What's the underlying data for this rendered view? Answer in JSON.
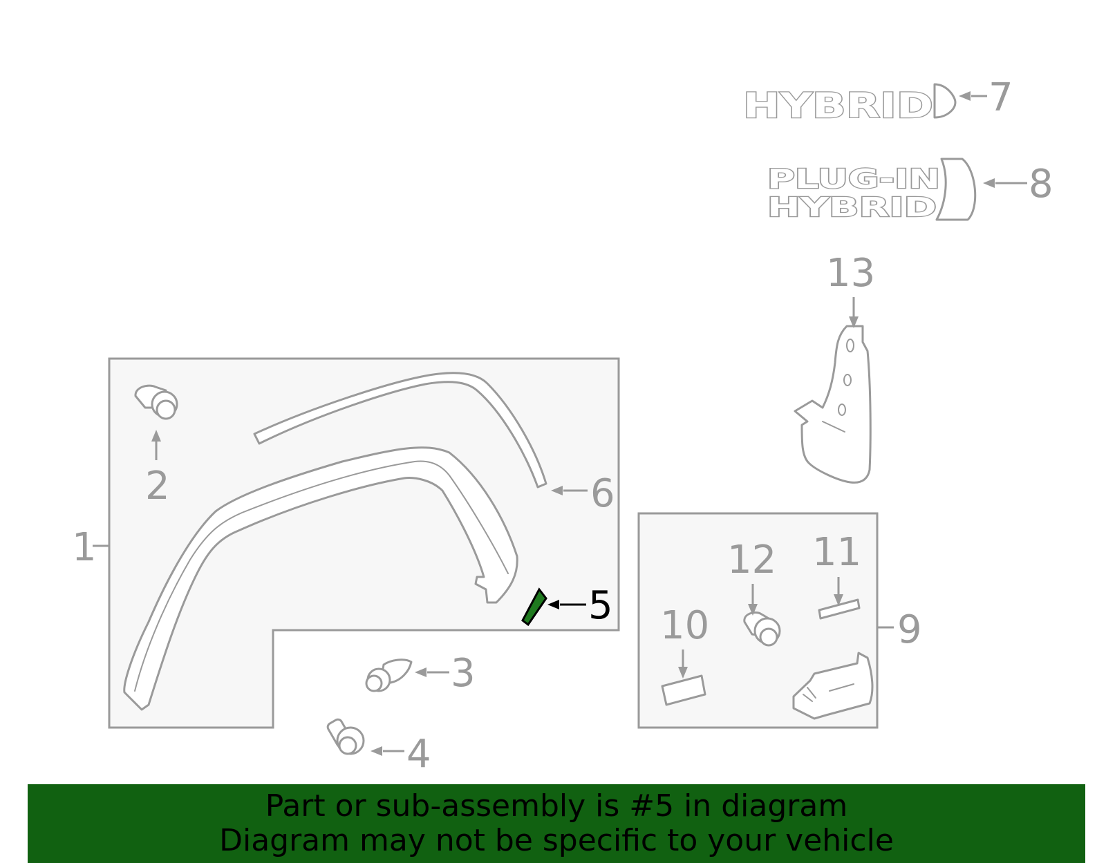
{
  "callouts": {
    "c1": "1",
    "c2": "2",
    "c3": "3",
    "c4": "4",
    "c5": "5",
    "c6": "6",
    "c7": "7",
    "c8": "8",
    "c9": "9",
    "c10": "10",
    "c11": "11",
    "c12": "12",
    "c13": "13"
  },
  "highlighted_part": "5",
  "emblems": {
    "hybrid": "HYBRID",
    "plugin_line1": "PLUG-IN",
    "plugin_line2": "HYBRID"
  },
  "banner": {
    "line1": "Part or sub-assembly is #5 in diagram",
    "line2": "Diagram may not be specific to your vehicle"
  },
  "colors": {
    "banner_bg": "#116111",
    "highlight_part": "#1f7a1f",
    "line_gray": "#9a9a9a",
    "box_fill": "#f7f7f7"
  },
  "icons": [
    "clip-icon",
    "push-rivet-icon",
    "screw-icon"
  ]
}
